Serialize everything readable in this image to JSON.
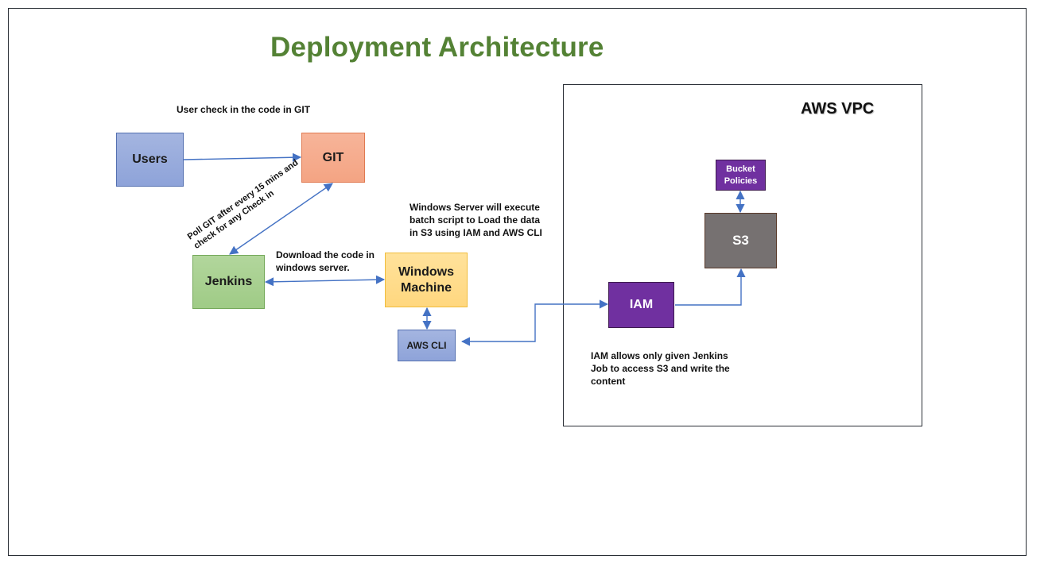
{
  "title": "Deployment Architecture",
  "colors": {
    "title": "#548235",
    "connector": "#4472c4",
    "users": "#8ea3d9",
    "git": "#f4a483",
    "jenkins": "#9fcb86",
    "windows": "#ffd77f",
    "aws_cli": "#8ea3d9",
    "iam": "#7030a0",
    "s3": "#767171",
    "bucket_policies": "#7030a0"
  },
  "groups": {
    "aws_vpc": {
      "label": "AWS VPC"
    }
  },
  "nodes": {
    "users": {
      "label": "Users"
    },
    "git": {
      "label": "GIT"
    },
    "jenkins": {
      "label": "Jenkins"
    },
    "windows": {
      "label": "Windows Machine"
    },
    "aws_cli": {
      "label": "AWS CLI"
    },
    "iam": {
      "label": "IAM"
    },
    "s3": {
      "label": "S3"
    },
    "bucket_policies": {
      "label": "Bucket Policies"
    }
  },
  "annotations": {
    "user_checkin": "User check in the code in GIT",
    "poll_git": "Poll GIT after every 15 mins and check for any Check in",
    "download_code": "Download the code in windows server.",
    "windows_server": "Windows Server will execute batch script to Load the data in S3 using IAM and AWS CLI",
    "iam_note": "IAM allows only given Jenkins Job to access S3 and write the content"
  },
  "edges": [
    {
      "from": "users",
      "to": "git",
      "direction": "forward"
    },
    {
      "from": "jenkins",
      "to": "git",
      "direction": "both"
    },
    {
      "from": "jenkins",
      "to": "windows",
      "direction": "both"
    },
    {
      "from": "windows",
      "to": "aws_cli",
      "direction": "both"
    },
    {
      "from": "aws_cli",
      "to": "iam",
      "direction": "both"
    },
    {
      "from": "iam",
      "to": "s3",
      "direction": "forward"
    },
    {
      "from": "s3",
      "to": "bucket_policies",
      "direction": "both"
    }
  ]
}
